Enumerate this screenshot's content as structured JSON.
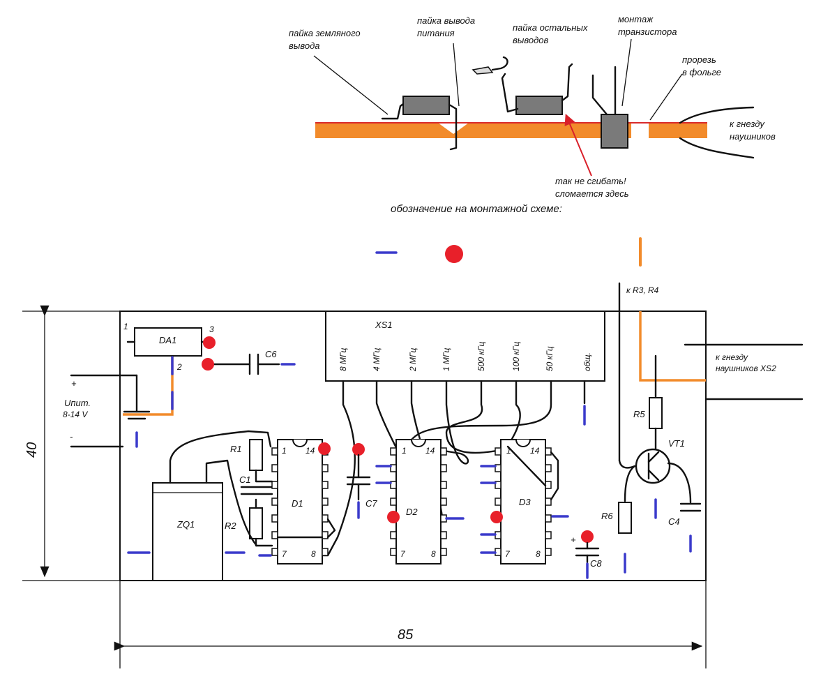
{
  "header": {
    "ground_solder": [
      "пайка земляного",
      "вывода"
    ],
    "power_solder": [
      "пайка вывода",
      "питания"
    ],
    "other_solder": [
      "пайка остальных",
      "выводов"
    ],
    "transistor_mount": [
      "монтаж",
      "транзистора"
    ],
    "foil_cut": [
      "прорезь",
      "в фольге"
    ],
    "to_jack_top": [
      "к гнезду",
      "наушников"
    ],
    "warning": [
      "так не сгибать!",
      "сломается здесь"
    ],
    "legend_title": "обозначение на монтажной схеме:"
  },
  "board": {
    "xs1": "XS1",
    "taps": [
      "8 МГц",
      "4 МГц",
      "2 МГц",
      "1 МГц",
      "500 кГц",
      "100 кГц",
      "50 кГц",
      "общ."
    ],
    "da1": "DA1",
    "da1_pins": [
      "1",
      "2",
      "3"
    ],
    "c6": "C6",
    "supply_plus": "+",
    "supply_minus": "-",
    "supply_label": "Uпит.",
    "supply_range": "8-14 V",
    "r1": "R1",
    "c1": "C1",
    "r2": "R2",
    "zq1": "ZQ1",
    "d1": "D1",
    "d2": "D2",
    "d3": "D3",
    "c7": "C7",
    "c8": "C8",
    "c8_plus": "+",
    "pin1": "1",
    "pin7": "7",
    "pin8": "8",
    "pin14": "14",
    "r5": "R5",
    "r6": "R6",
    "vt1": "VT1",
    "c4": "C4",
    "to_r3r4": "к R3, R4",
    "to_xs2": [
      "к гнезду",
      "наушников XS2"
    ]
  },
  "dimensions": {
    "height": "40",
    "width": "85"
  },
  "colors": {
    "foil": "#f28b2b",
    "ground_mark": "#3a3acb",
    "power_mark": "#e8202a",
    "chip": "#7a7a7a",
    "warning_arrow": "#d9202a"
  }
}
